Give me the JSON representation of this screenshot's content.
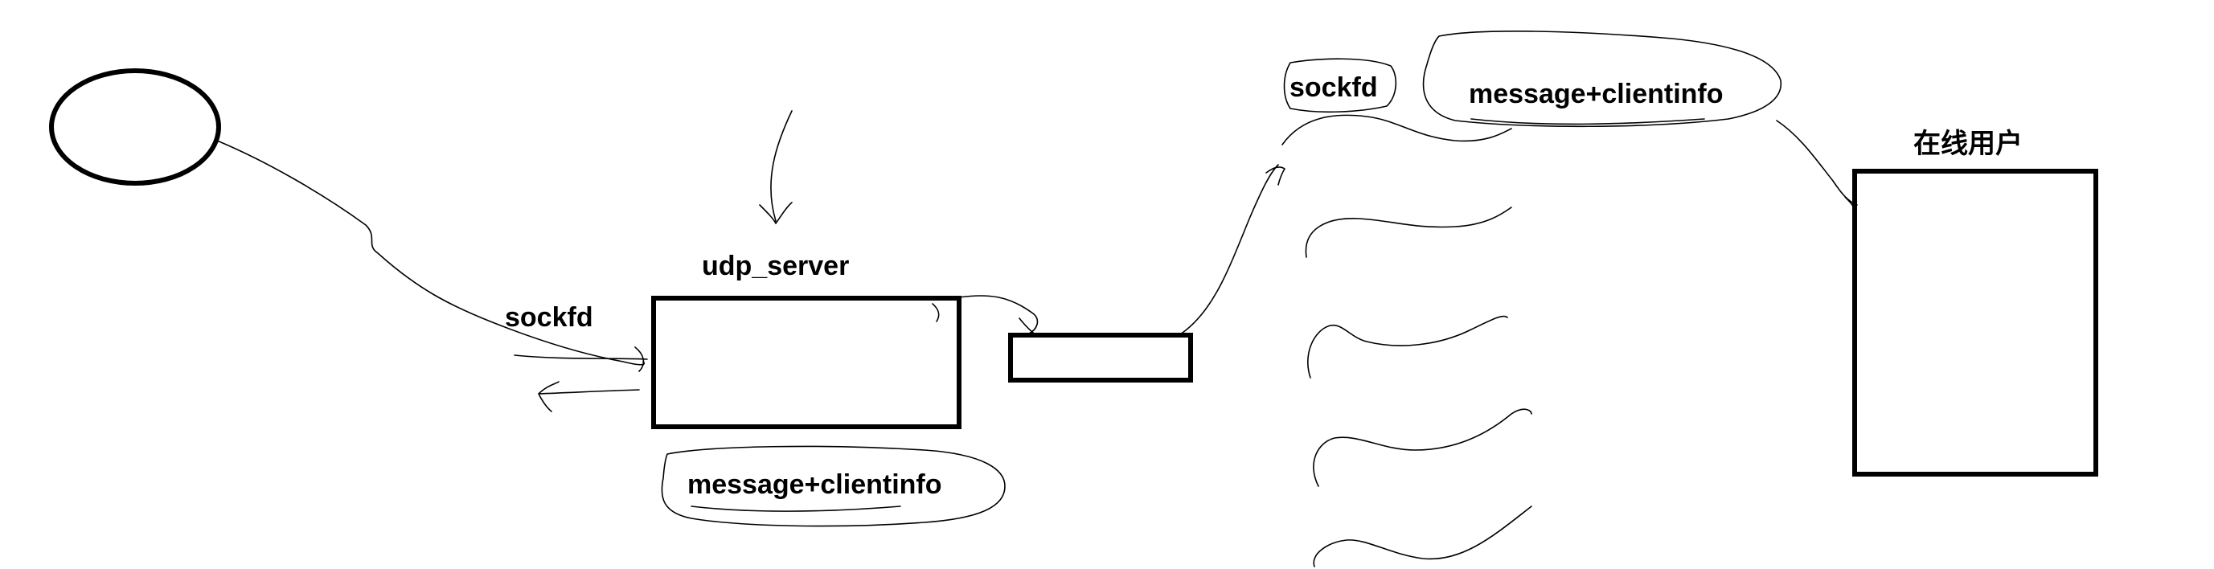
{
  "labels": {
    "server": "udp_server",
    "sockfd_left": "sockfd",
    "sockfd_top": "sockfd",
    "message_bottom": "message+clientinfo",
    "message_top": "message+clientinfo",
    "online_users": "在线用户"
  }
}
